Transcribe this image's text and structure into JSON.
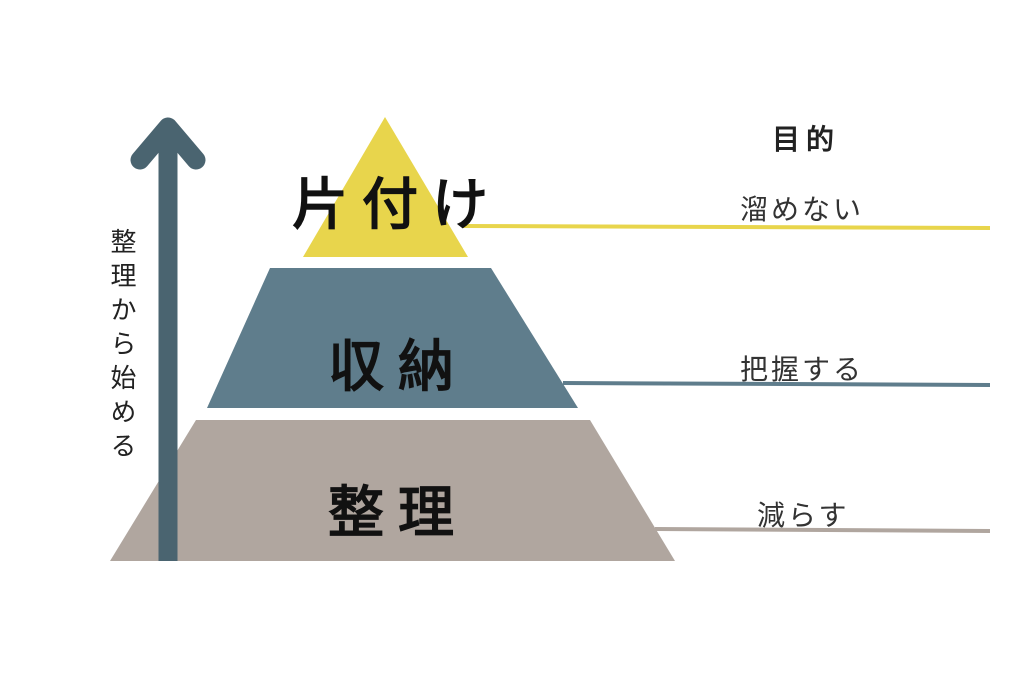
{
  "axis_label": "整理から始める",
  "purpose_heading": "目的",
  "levels": [
    {
      "name": "片付け",
      "purpose": "溜めない",
      "color": "#e8d54c"
    },
    {
      "name": "収納",
      "purpose": "把握する",
      "color": "#5f7d8c"
    },
    {
      "name": "整理",
      "purpose": "減らす",
      "color": "#b0a69f"
    }
  ],
  "arrow_color": "#4a6470"
}
